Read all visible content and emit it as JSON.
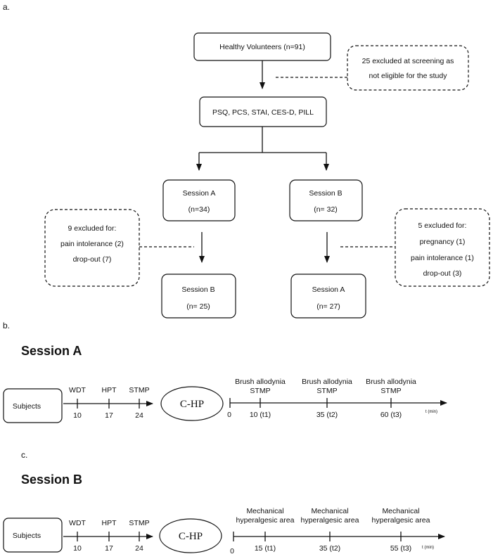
{
  "panel_labels": {
    "a": "a.",
    "b": "b.",
    "c": "c."
  },
  "flowchart": {
    "healthy_volunteers": "Healthy Volunteers (n=91)",
    "screening_exclusion": [
      "25 excluded at screening as",
      "not eligible for the study"
    ],
    "questionnaires": "PSQ, PCS, STAI, CES-D, PILL",
    "left_branch": {
      "first_session": {
        "title": "Session A",
        "count": "(n=34)"
      },
      "exclusion": [
        "9 excluded for:",
        "pain intolerance (2)",
        "drop-out (7)"
      ],
      "second_session": {
        "title": "Session B",
        "count": "(n= 25)"
      }
    },
    "right_branch": {
      "first_session": {
        "title": "Session B",
        "count": "(n= 32)"
      },
      "exclusion": [
        "5 excluded for:",
        "pregnancy (1)",
        "pain intolerance (1)",
        "drop-out (3)"
      ],
      "second_session": {
        "title": "Session A",
        "count": "(n= 27)"
      }
    }
  },
  "session_a": {
    "title": "Session A",
    "subjects_label": "Subjects",
    "pre_tests": [
      {
        "label": "WDT",
        "time": "10"
      },
      {
        "label": "HPT",
        "time": "17"
      },
      {
        "label": "STMP",
        "time": "24"
      }
    ],
    "procedure_label": "C-HP",
    "start_label": "0",
    "measurements": [
      {
        "label_lines": [
          "Brush allodynia",
          "STMP"
        ],
        "time": "10 (t1)"
      },
      {
        "label_lines": [
          "Brush allodynia",
          "STMP"
        ],
        "time": "35 (t2)"
      },
      {
        "label_lines": [
          "Brush allodynia",
          "STMP"
        ],
        "time": "60 (t3)"
      }
    ],
    "axis_unit": "t (min)"
  },
  "session_b": {
    "title": "Session B",
    "subjects_label": "Subjects",
    "pre_tests": [
      {
        "label": "WDT",
        "time": "10"
      },
      {
        "label": "HPT",
        "time": "17"
      },
      {
        "label": "STMP",
        "time": "24"
      }
    ],
    "procedure_label": "C-HP",
    "start_label": "0",
    "measurements": [
      {
        "label_lines": [
          "Mechanical",
          "hyperalgesic area"
        ],
        "time": "15 (t1)"
      },
      {
        "label_lines": [
          "Mechanical",
          "hyperalgesic area"
        ],
        "time": "35 (t2)"
      },
      {
        "label_lines": [
          "Mechanical",
          "hyperalgesic area"
        ],
        "time": "55 (t3)"
      }
    ],
    "axis_unit": "t (min)"
  }
}
